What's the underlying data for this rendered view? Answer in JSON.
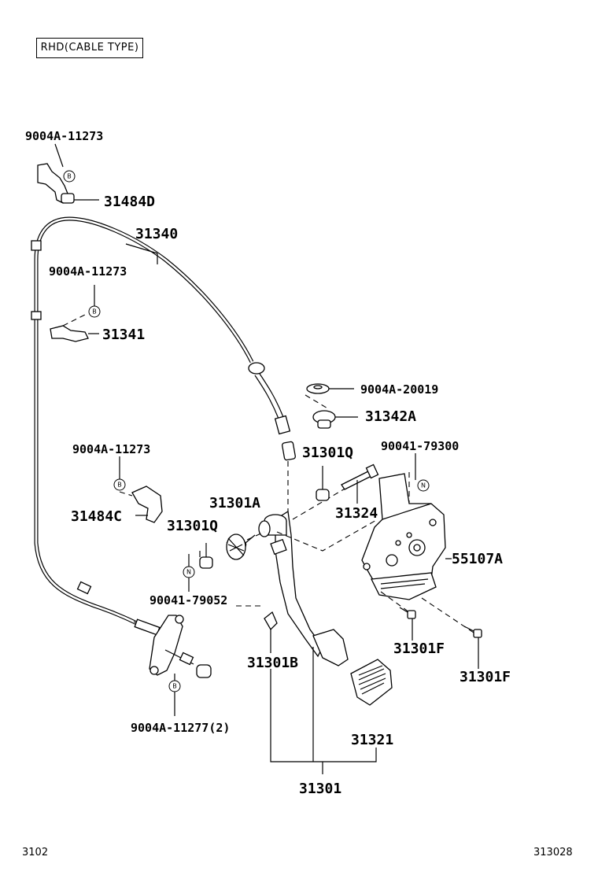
{
  "variant_label": "RHD(CABLE  TYPE)",
  "page_left_code": "3102",
  "page_right_code": "313028",
  "callouts": [
    {
      "id": "c1",
      "text": "9004A-11273",
      "size": "small"
    },
    {
      "id": "c2",
      "text": "31484D",
      "size": "large"
    },
    {
      "id": "c3",
      "text": "31340",
      "size": "large"
    },
    {
      "id": "c4",
      "text": "9004A-11273",
      "size": "small"
    },
    {
      "id": "c5",
      "text": "31341",
      "size": "large"
    },
    {
      "id": "c6",
      "text": "9004A-20019",
      "size": "small"
    },
    {
      "id": "c7",
      "text": "31342A",
      "size": "large"
    },
    {
      "id": "c8",
      "text": "90041-79300",
      "size": "small"
    },
    {
      "id": "c9",
      "text": "9004A-11273",
      "size": "small"
    },
    {
      "id": "c10",
      "text": "31301Q",
      "size": "large"
    },
    {
      "id": "c11",
      "text": "31484C",
      "size": "large"
    },
    {
      "id": "c12",
      "text": "31301A",
      "size": "large"
    },
    {
      "id": "c13",
      "text": "31324",
      "size": "large"
    },
    {
      "id": "c14",
      "text": "31301Q",
      "size": "large"
    },
    {
      "id": "c15",
      "text": "55107A",
      "size": "large"
    },
    {
      "id": "c16",
      "text": "90041-79052",
      "size": "small"
    },
    {
      "id": "c17",
      "text": "31301F",
      "size": "large"
    },
    {
      "id": "c18",
      "text": "31301B",
      "size": "large"
    },
    {
      "id": "c19",
      "text": "31301F",
      "size": "large"
    },
    {
      "id": "c20",
      "text": "9004A-11277(2)",
      "size": "small"
    },
    {
      "id": "c21",
      "text": "31321",
      "size": "large"
    },
    {
      "id": "c22",
      "text": "31301",
      "size": "large"
    }
  ],
  "markers": [
    {
      "id": "m1",
      "letter": "B"
    },
    {
      "id": "m2",
      "letter": "B"
    },
    {
      "id": "m3",
      "letter": "B"
    },
    {
      "id": "m4",
      "letter": "B"
    },
    {
      "id": "m5",
      "letter": "N"
    },
    {
      "id": "m6",
      "letter": "N"
    }
  ]
}
